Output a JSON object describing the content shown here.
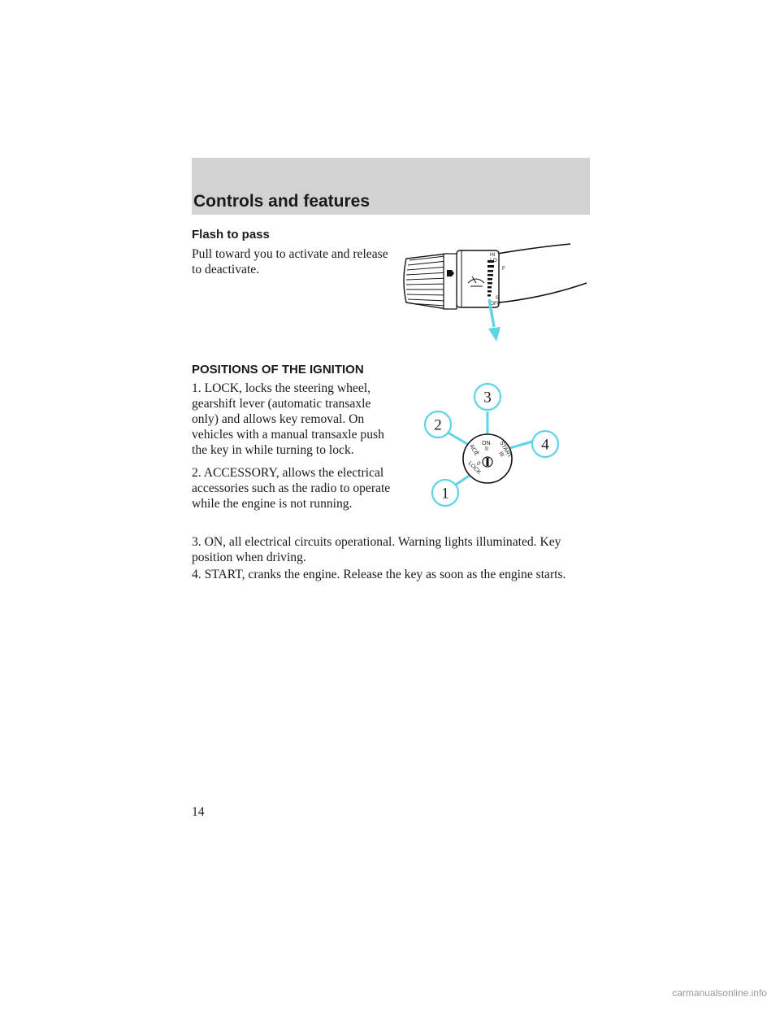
{
  "header": {
    "title": "Controls and features"
  },
  "flash_to_pass": {
    "heading": "Flash to pass",
    "body": "Pull toward you to activate and release to deactivate.",
    "stalk_labels": {
      "hi": "HI",
      "lo": "LO",
      "f": "F",
      "s": "S",
      "off": "OFF"
    }
  },
  "ignition": {
    "heading": "POSITIONS OF THE IGNITION",
    "items": [
      "1. LOCK, locks the steering wheel, gearshift lever (automatic transaxle only) and allows key removal. On vehicles with a manual transaxle push the key in while turning to lock.",
      "2. ACCESSORY, allows the electrical accessories such as the radio to operate while the engine is not running.",
      "3. ON, all electrical circuits operational. Warning lights illuminated. Key position when driving.",
      "4. START, cranks the engine. Release the key as soon as the engine starts."
    ],
    "callouts": [
      "1",
      "2",
      "3",
      "4"
    ],
    "switch_labels": {
      "lock": "LOCK",
      "lock_num": "0",
      "acc": "ACC",
      "acc_num": "I",
      "on": "ON",
      "on_num": "II",
      "start": "START",
      "start_num": "III"
    },
    "callout_color": "#5fd4e4"
  },
  "page": {
    "number": "14"
  },
  "footer": {
    "watermark": "carmanualsonline.info"
  }
}
